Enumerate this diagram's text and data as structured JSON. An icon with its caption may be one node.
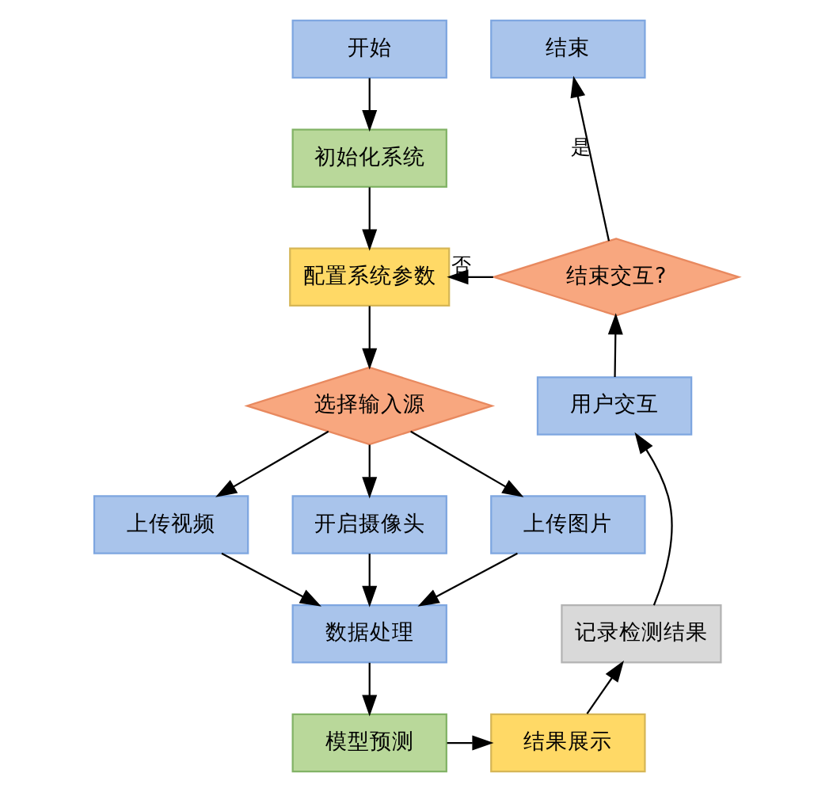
{
  "diagram": {
    "nodes": [
      {
        "text": [
          "开始"
        ]
      },
      {
        "text": [
          "初始化系统"
        ]
      },
      {
        "text": [
          "配置系统参数"
        ]
      },
      {
        "text": [
          "选择输入源"
        ]
      },
      {
        "text": [
          "上传视频"
        ]
      },
      {
        "text": [
          "开启摄像头"
        ]
      },
      {
        "text": [
          "上传图片"
        ]
      },
      {
        "text": [
          "数据处理"
        ]
      },
      {
        "text": [
          "模型预测"
        ]
      },
      {
        "text": [
          "结果展示"
        ]
      },
      {
        "text": [
          "记录检测结果"
        ]
      },
      {
        "text": [
          "用户交互"
        ]
      },
      {
        "text": [
          "结束交互?"
        ]
      },
      {
        "text": [
          "结束"
        ]
      }
    ],
    "edges": [
      {
        "from": 0,
        "to": 1,
        "arrow": "to"
      },
      {
        "from": 1,
        "to": 2,
        "arrow": "to"
      },
      {
        "from": 2,
        "to": 3,
        "arrow": "to"
      },
      {
        "from": 3,
        "to": 4,
        "arrow": "to"
      },
      {
        "from": 3,
        "to": 5,
        "arrow": "to"
      },
      {
        "from": 3,
        "to": 6,
        "arrow": "to"
      },
      {
        "from": 4,
        "to": 7,
        "arrow": "to"
      },
      {
        "from": 5,
        "to": 7,
        "arrow": "to"
      },
      {
        "from": 6,
        "to": 7,
        "arrow": "to"
      },
      {
        "from": 7,
        "to": 8,
        "arrow": "to"
      },
      {
        "from": 8,
        "to": 9,
        "arrow": "to"
      },
      {
        "from": 9,
        "to": 10,
        "arrow": "to"
      },
      {
        "from": 10,
        "to": 11,
        "arrow": "to"
      },
      {
        "from": 11,
        "to": 12,
        "arrow": "to"
      },
      {
        "from": 12,
        "to": 13,
        "arrow": "to",
        "label": "是"
      },
      {
        "from": 12,
        "to": 2,
        "arrow": "to",
        "label": "否"
      }
    ]
  }
}
